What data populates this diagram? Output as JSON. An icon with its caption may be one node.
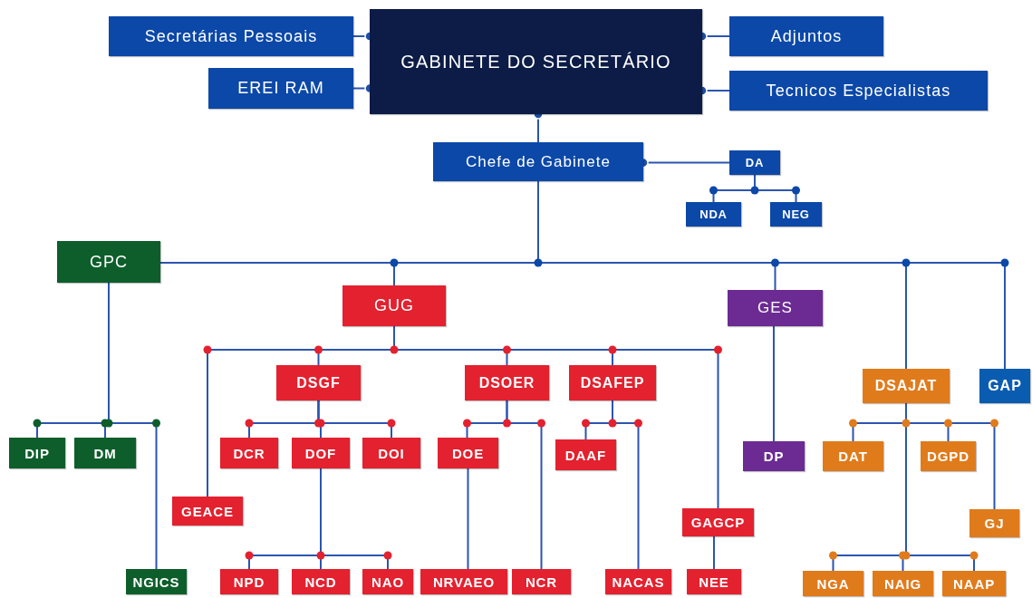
{
  "diagram": {
    "nodes": [
      {
        "text": [
          "GABINETE DO SECRETÁRIO"
        ]
      },
      {
        "text": [
          "Secretárias Pessoais"
        ]
      },
      {
        "text": [
          "EREI RAM"
        ]
      },
      {
        "text": [
          "Adjuntos"
        ]
      },
      {
        "text": [
          "Tecnicos Especialistas"
        ]
      },
      {
        "text": [
          "Chefe de Gabinete"
        ]
      },
      {
        "text": [
          "DA"
        ]
      },
      {
        "text": [
          "NDA"
        ]
      },
      {
        "text": [
          "NEG"
        ]
      },
      {
        "text": [
          "GPC"
        ]
      },
      {
        "text": [
          "GUG"
        ]
      },
      {
        "text": [
          "GES"
        ]
      },
      {
        "text": [
          "DSAJAT"
        ]
      },
      {
        "text": [
          "GAP"
        ]
      },
      {
        "text": [
          "DSGF"
        ]
      },
      {
        "text": [
          "DSOER"
        ]
      },
      {
        "text": [
          "DSAFEP"
        ]
      },
      {
        "text": [
          "DIP"
        ]
      },
      {
        "text": [
          "DM"
        ]
      },
      {
        "text": [
          "DCR"
        ]
      },
      {
        "text": [
          "DOF"
        ]
      },
      {
        "text": [
          "DOI"
        ]
      },
      {
        "text": [
          "DOE"
        ]
      },
      {
        "text": [
          "DAAF"
        ]
      },
      {
        "text": [
          "DP"
        ]
      },
      {
        "text": [
          "DAT"
        ]
      },
      {
        "text": [
          "DGPD"
        ]
      },
      {
        "text": [
          "GEACE"
        ]
      },
      {
        "text": [
          "GAGCP"
        ]
      },
      {
        "text": [
          "GJ"
        ]
      },
      {
        "text": [
          "NGICS"
        ]
      },
      {
        "text": [
          "NPD"
        ]
      },
      {
        "text": [
          "NCD"
        ]
      },
      {
        "text": [
          "NAO"
        ]
      },
      {
        "text": [
          "NRVAEO"
        ]
      },
      {
        "text": [
          "NCR"
        ]
      },
      {
        "text": [
          "NACAS"
        ]
      },
      {
        "text": [
          "NEE"
        ]
      },
      {
        "text": [
          "NGA"
        ]
      },
      {
        "text": [
          "NAIG"
        ]
      },
      {
        "text": [
          "NAAP"
        ]
      }
    ],
    "edges": [
      {
        "from": 0,
        "to": 1,
        "arrow": "other"
      },
      {
        "from": 0,
        "to": 2,
        "arrow": "other"
      },
      {
        "from": 0,
        "to": 3,
        "arrow": "other"
      },
      {
        "from": 0,
        "to": 4,
        "arrow": "other"
      },
      {
        "from": 0,
        "to": 5,
        "arrow": "other"
      },
      {
        "from": 5,
        "to": 6,
        "arrow": "other"
      },
      {
        "from": 6,
        "to": 7,
        "arrow": "none"
      },
      {
        "from": 6,
        "to": 8,
        "arrow": "none"
      },
      {
        "from": 5,
        "to": 9,
        "arrow": "none"
      },
      {
        "from": 5,
        "to": 10,
        "arrow": "none"
      },
      {
        "from": 5,
        "to": 11,
        "arrow": "none"
      },
      {
        "from": 5,
        "to": 12,
        "arrow": "none"
      },
      {
        "from": 5,
        "to": 13,
        "arrow": "none"
      },
      {
        "from": 9,
        "to": 17,
        "arrow": "none"
      },
      {
        "from": 9,
        "to": 18,
        "arrow": "none"
      },
      {
        "from": 9,
        "to": 30,
        "arrow": "none"
      },
      {
        "from": 10,
        "to": 27,
        "arrow": "none"
      },
      {
        "from": 10,
        "to": 14,
        "arrow": "none"
      },
      {
        "from": 10,
        "to": 15,
        "arrow": "none"
      },
      {
        "from": 10,
        "to": 16,
        "arrow": "none"
      },
      {
        "from": 10,
        "to": 28,
        "arrow": "none"
      },
      {
        "from": 14,
        "to": 19,
        "arrow": "none"
      },
      {
        "from": 14,
        "to": 20,
        "arrow": "none"
      },
      {
        "from": 14,
        "to": 21,
        "arrow": "none"
      },
      {
        "from": 20,
        "to": 31,
        "arrow": "none"
      },
      {
        "from": 20,
        "to": 32,
        "arrow": "none"
      },
      {
        "from": 20,
        "to": 33,
        "arrow": "none"
      },
      {
        "from": 15,
        "to": 22,
        "arrow": "none"
      },
      {
        "from": 15,
        "to": 35,
        "arrow": "none"
      },
      {
        "from": 22,
        "to": 34,
        "arrow": "none"
      },
      {
        "from": 16,
        "to": 23,
        "arrow": "none"
      },
      {
        "from": 16,
        "to": 36,
        "arrow": "none"
      },
      {
        "from": 28,
        "to": 37,
        "arrow": "none"
      },
      {
        "from": 11,
        "to": 24,
        "arrow": "none"
      },
      {
        "from": 12,
        "to": 25,
        "arrow": "none"
      },
      {
        "from": 12,
        "to": 26,
        "arrow": "none"
      },
      {
        "from": 12,
        "to": 29,
        "arrow": "none"
      },
      {
        "from": 12,
        "to": 38,
        "arrow": "none"
      },
      {
        "from": 12,
        "to": 39,
        "arrow": "none"
      },
      {
        "from": 12,
        "to": 40,
        "arrow": "none"
      }
    ]
  }
}
